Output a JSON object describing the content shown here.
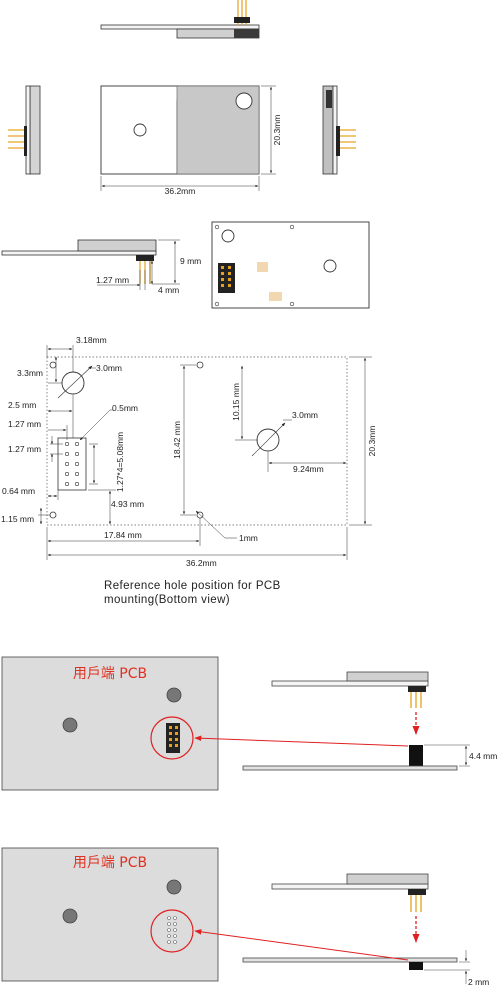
{
  "top_views": {
    "width_label": "36.2mm",
    "height_label": "20.3mm"
  },
  "side_detail": {
    "pin_pitch_label": "1.27 mm",
    "pin_length_label": "4 mm",
    "height_label": "9 mm"
  },
  "hole_drawing": {
    "labels": {
      "d_318": "3.18mm",
      "d_33": "3.3mm",
      "hole_dia_left": "3.0mm",
      "d_25": "2.5 mm",
      "d_05": "0.5mm",
      "d_127_a": "1.27 mm",
      "d_127_b": "1.27 mm",
      "pitch_508": "1.27*4=5.08mm",
      "d_064": "0.64 mm",
      "d_115": "1.15 mm",
      "d_493": "4.93 mm",
      "d_1842": "18.42 mm",
      "d_1015": "10.15 mm",
      "hole_dia_right": "3.0mm",
      "d_924": "9.24mm",
      "d_203": "20.3mm",
      "d_1784": "17.84 mm",
      "d_362": "36.2mm",
      "d_1mm": "1mm"
    },
    "caption_line1": "Reference hole position for PCB",
    "caption_line2": "mounting(Bottom view)"
  },
  "mount_a": {
    "pcb_label": "用戶端 PCB",
    "gap_label": "4.4 mm"
  },
  "mount_b": {
    "pcb_label": "用戶端 PCB",
    "gap_label": "2 mm"
  },
  "colors": {
    "pcb_gray": "#dcdcdc",
    "module_gray": "#c8c8c8",
    "pin_orange": "#e6a020",
    "red": "#e02020",
    "hole_dark": "#777777"
  }
}
